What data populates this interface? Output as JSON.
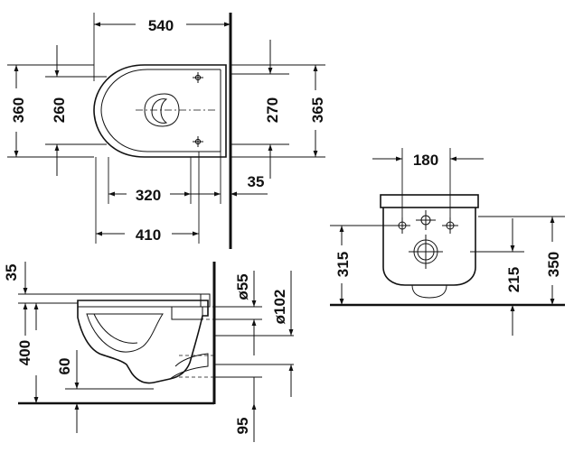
{
  "top_view": {
    "width_540": "540",
    "depth_360": "360",
    "depth_260": "260",
    "depth_270": "270",
    "depth_365": "365",
    "length_320": "320",
    "offset_35": "35",
    "length_410": "410"
  },
  "front_view": {
    "width_180": "180",
    "height_315": "315",
    "height_215": "215",
    "height_350": "350"
  },
  "side_view": {
    "top_35": "35",
    "height_400": "400",
    "height_60": "60",
    "dia_55": "ø55",
    "dia_102": "ø102",
    "bottom_95": "95"
  }
}
